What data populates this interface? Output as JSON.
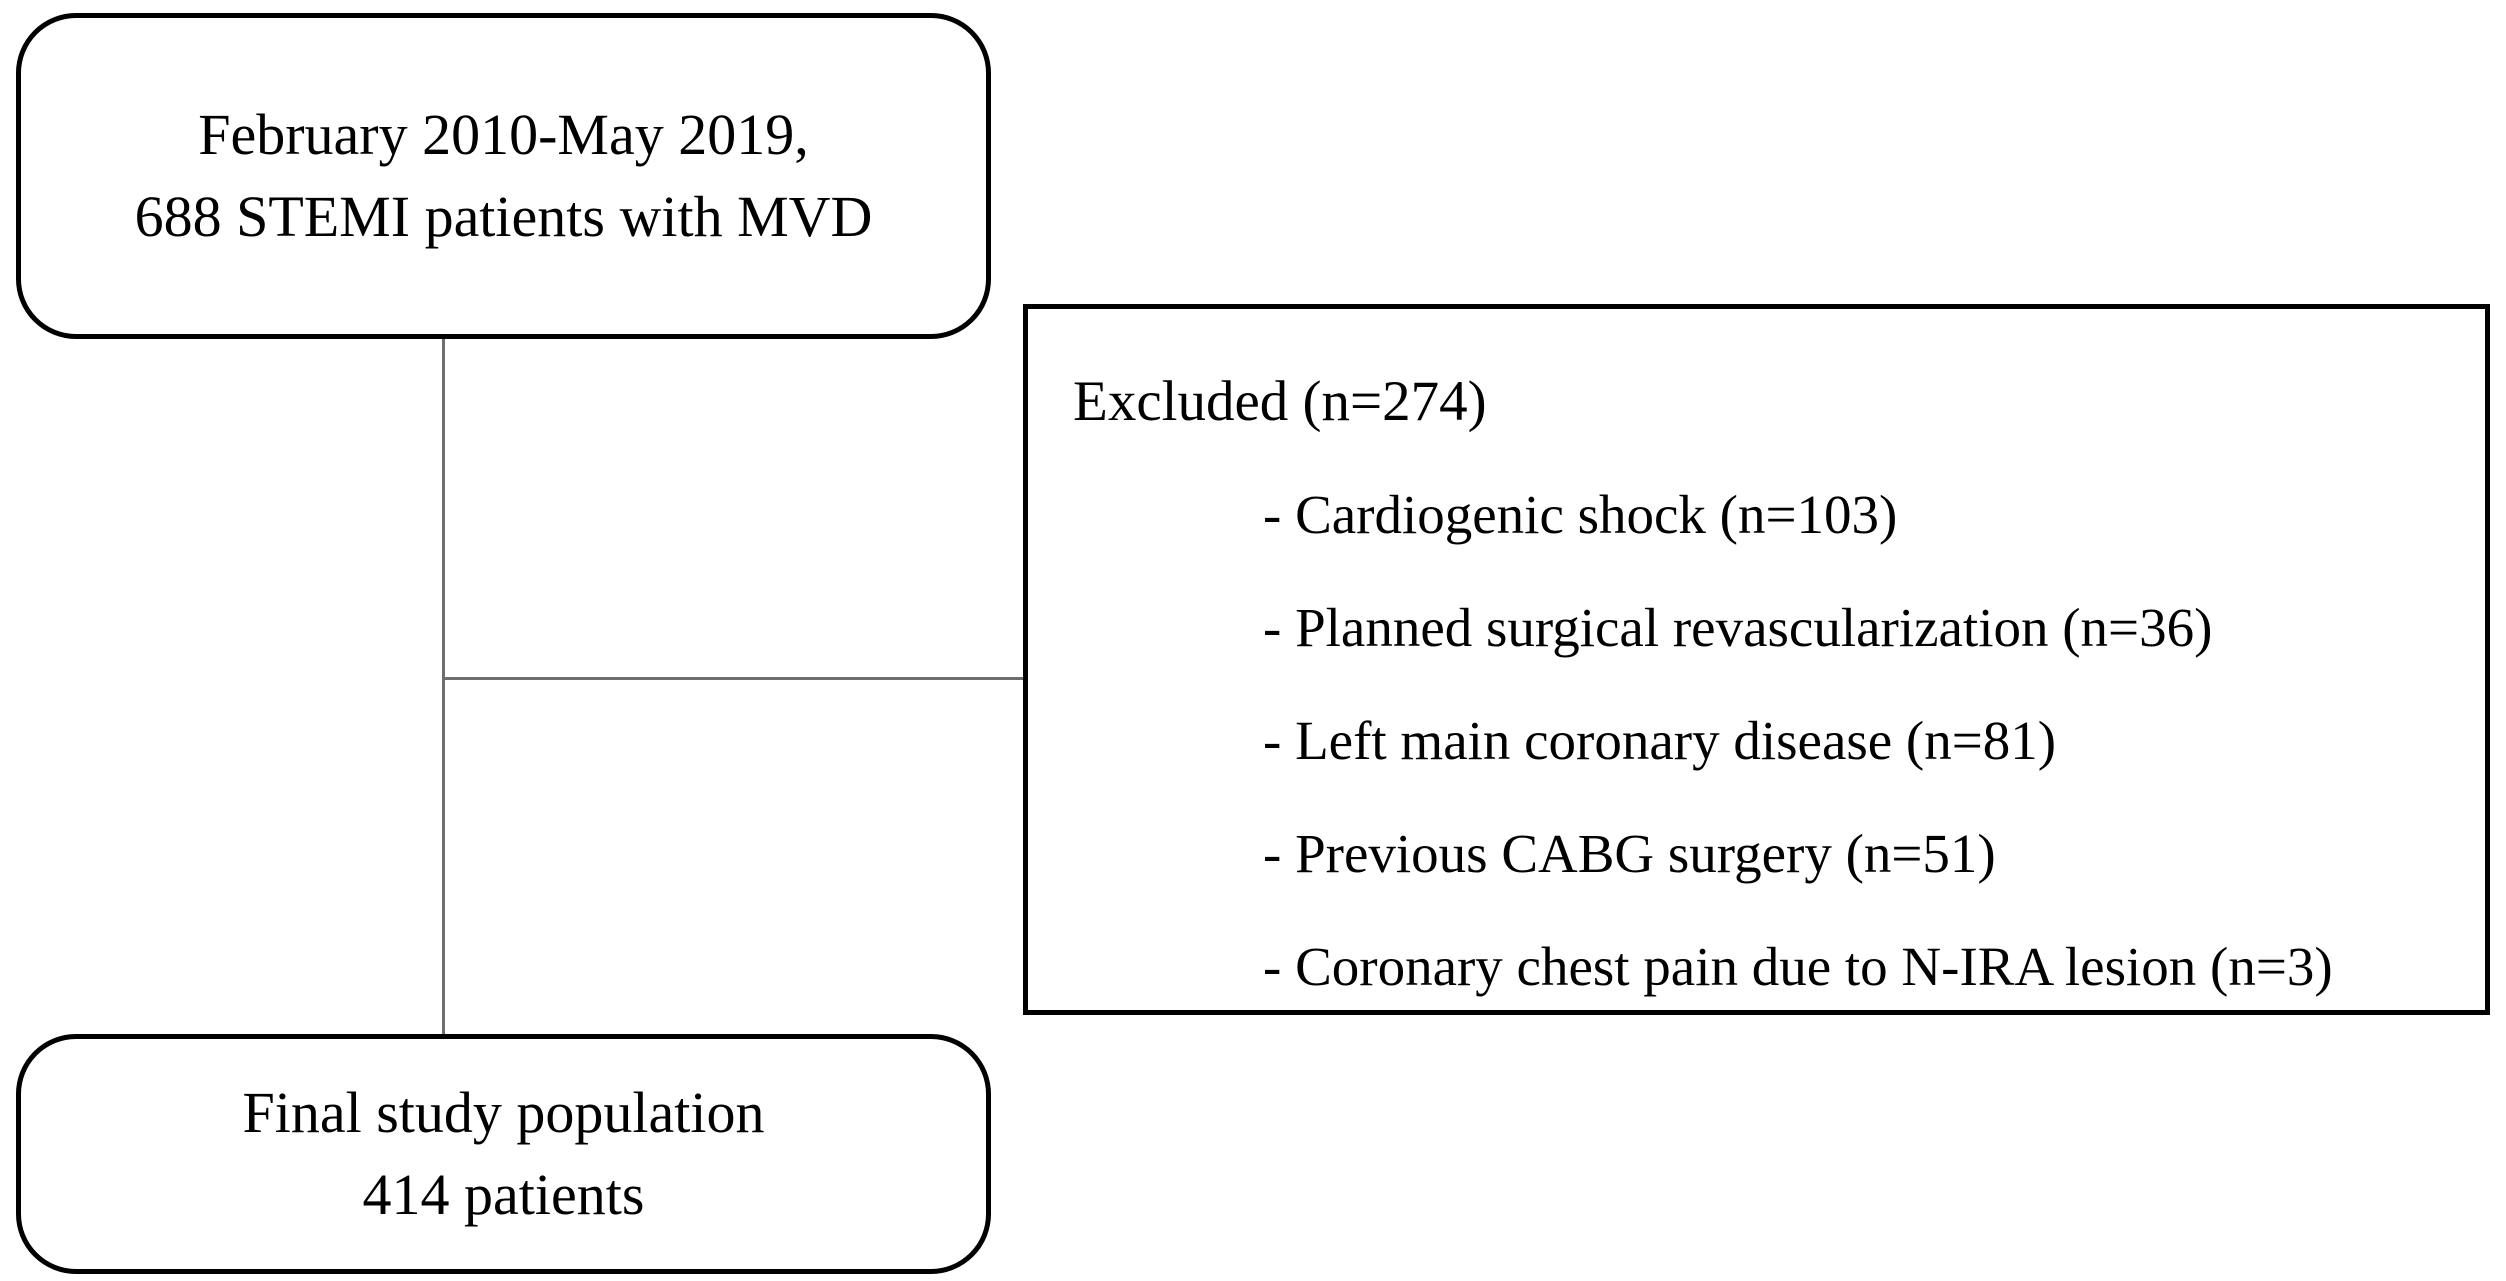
{
  "diagram": {
    "top_box": {
      "line1": "February 2010-May 2019,",
      "line2": "688 STEMI patients with MVD"
    },
    "excluded_box": {
      "title": "Excluded (n=274)",
      "items": [
        "- Cardiogenic shock (n=103)",
        "- Planned surgical revascularization (n=36)",
        "- Left main coronary disease (n=81)",
        "- Previous CABG surgery (n=51)",
        "- Coronary chest pain due to N-IRA lesion (n=3)"
      ]
    },
    "final_box": {
      "line1": "Final study population",
      "line2": "414 patients"
    }
  },
  "colors": {
    "background": "#ffffff",
    "box_border": "#000000",
    "text": "#000000",
    "connector_line": "#6e6e6e"
  }
}
